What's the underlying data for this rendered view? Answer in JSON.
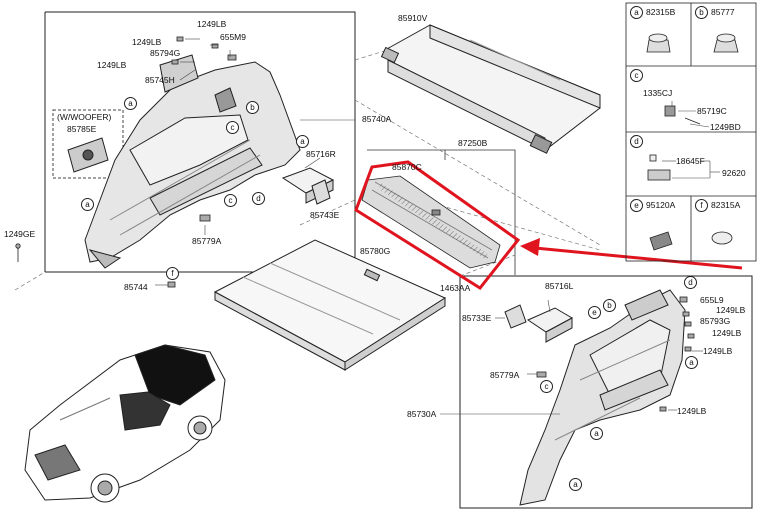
{
  "parts": {
    "p85910V": "85910V",
    "p87250B": "87250B",
    "p85870C": "85870C",
    "p85780G": "85780G",
    "p1463AA": "1463AA",
    "p85740A": "85740A",
    "p85716R": "85716R",
    "p85743E": "85743E",
    "p85779A_left": "85779A",
    "p85744": "85744",
    "p1249GE": "1249GE",
    "p1249LB_a": "1249LB",
    "p1249LB_b": "1249LB",
    "p1249LB_c": "1249LB",
    "p655M9": "655M9",
    "p85794G": "85794G",
    "p85745H": "85745H",
    "woofer_note": "(W/WOOFER)",
    "p85785E": "85785E",
    "p85716L": "85716L",
    "p85733E": "85733E",
    "p655L9": "655L9",
    "p1249LB_r1": "1249LB",
    "p85793G": "85793G",
    "p1249LB_r2": "1249LB",
    "p1249LB_r3": "1249LB",
    "p85779A_right": "85779A",
    "p1249LB_r4": "1249LB",
    "p85730A": "85730A"
  },
  "callouts": {
    "a": "a",
    "b": "b",
    "c": "c",
    "d": "d",
    "e": "e",
    "f": "f"
  },
  "legend": {
    "a_part": "82315B",
    "b_part": "85777",
    "c_part1": "1335CJ",
    "c_part2": "85719C",
    "c_part3": "1249BD",
    "d_part1": "18645F",
    "d_part2": "92620",
    "e_part": "95120A",
    "f_part": "82315A"
  },
  "colors": {
    "highlight": "#e0141e",
    "line": "#222222",
    "panel": "#e9e9e9"
  }
}
